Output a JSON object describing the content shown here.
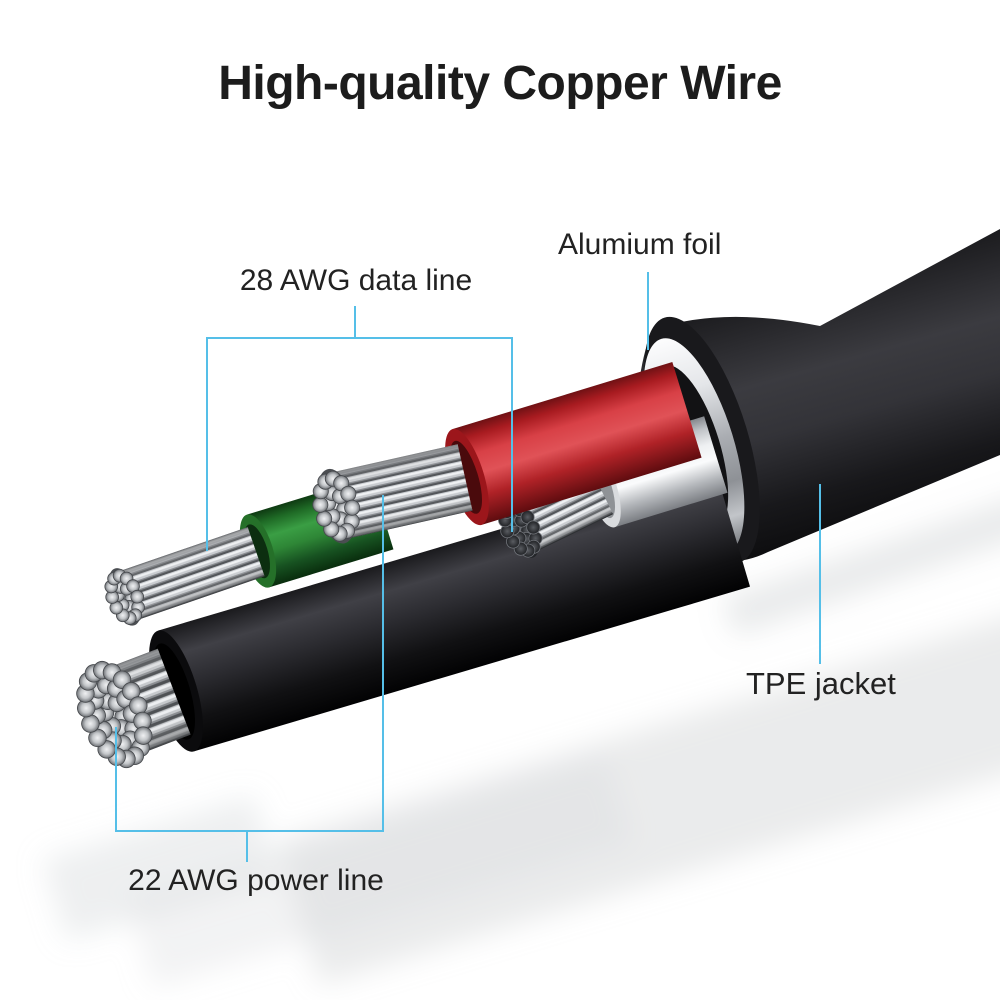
{
  "title": "High-quality Copper Wire",
  "callouts": {
    "data_line": {
      "label": "28 AWG data line"
    },
    "aluminum_foil": {
      "label": "Alumium foil"
    },
    "tpe_jacket": {
      "label": "TPE jacket"
    },
    "power_line": {
      "label": "22 AWG power line"
    }
  },
  "colors": {
    "background": "#FFFFFF",
    "text": "#222222",
    "callout_line": "#55BFE8",
    "red_wire": "#D0393F",
    "green_wire": "#2E8636",
    "white_wire": "#F2F3F5",
    "black_wire": "#1A1A1D",
    "tpe_jacket": "#232327",
    "aluminum_foil": "#C9CCD1",
    "copper_strands": "#C3C6C9"
  }
}
